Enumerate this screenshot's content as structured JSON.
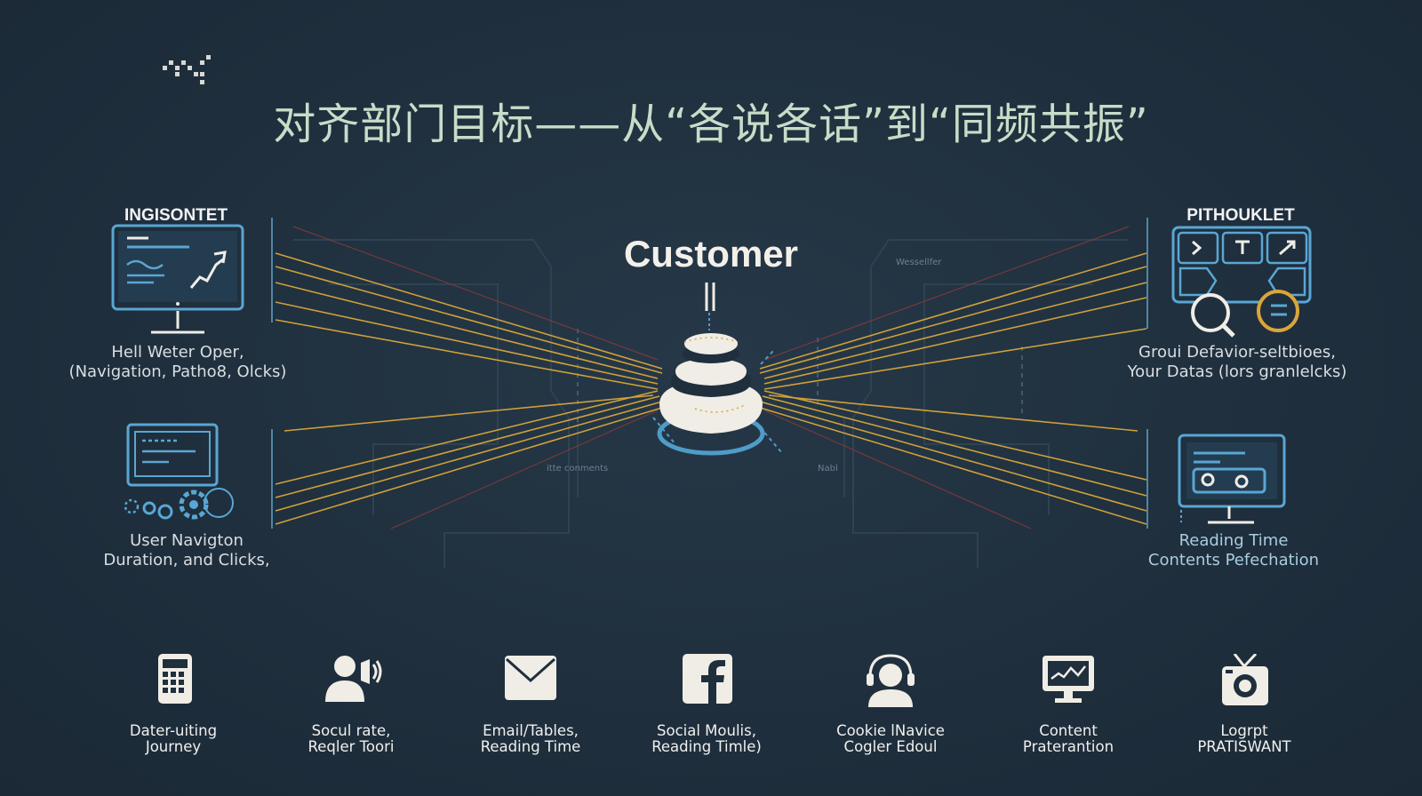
{
  "title": "对齐部门目标——从“各说各话”到“同频共振”",
  "center": {
    "label": "Customer"
  },
  "panels": {
    "top_left": {
      "heading": "INGISONTET",
      "caption_line1": "Hell Weter Oper,",
      "caption_line2": "(Navigation, Patho8, Olcks)"
    },
    "bottom_left": {
      "caption_line1": "User Navigton",
      "caption_line2": "Duration, and Clicks,"
    },
    "top_right": {
      "heading": "PITHOUKLET",
      "caption_line1": "Groui Defavior-seltbioes,",
      "caption_line2": "Your Datas (lors granlelcks)"
    },
    "bottom_right": {
      "caption_line1": "Reading Time",
      "caption_line2": "Contents Pefechation"
    }
  },
  "faint_labels": {
    "top": "Wessellfer",
    "left": "itte conments",
    "right": "Nabl"
  },
  "bottom_items": [
    {
      "icon": "calculator-icon",
      "line1": "Dater-uiting",
      "line2": "Journey"
    },
    {
      "icon": "user-speaker-icon",
      "line1": "Socul rate,",
      "line2": "Reqler Toori"
    },
    {
      "icon": "email-icon",
      "line1": "Email/Tables,",
      "line2": "Reading Time"
    },
    {
      "icon": "facebook-icon",
      "line1": "Social Moulis,",
      "line2": "Reading Timle)"
    },
    {
      "icon": "headset-user-icon",
      "line1": "Cookie lNavice",
      "line2": "Cogler Edoul"
    },
    {
      "icon": "monitor-chart-icon",
      "line1": "Content",
      "line2": "Praterantion"
    },
    {
      "icon": "camera-tv-icon",
      "line1": "Logrpt",
      "line2": "PRATISWANT"
    }
  ],
  "colors": {
    "background": "#1f2f3d",
    "title": "#c9dcc8",
    "accent_blue": "#4f9cc8",
    "line_orange": "#d9a63a",
    "line_red": "#8a3a3a",
    "icon_light": "#f0ede6"
  }
}
